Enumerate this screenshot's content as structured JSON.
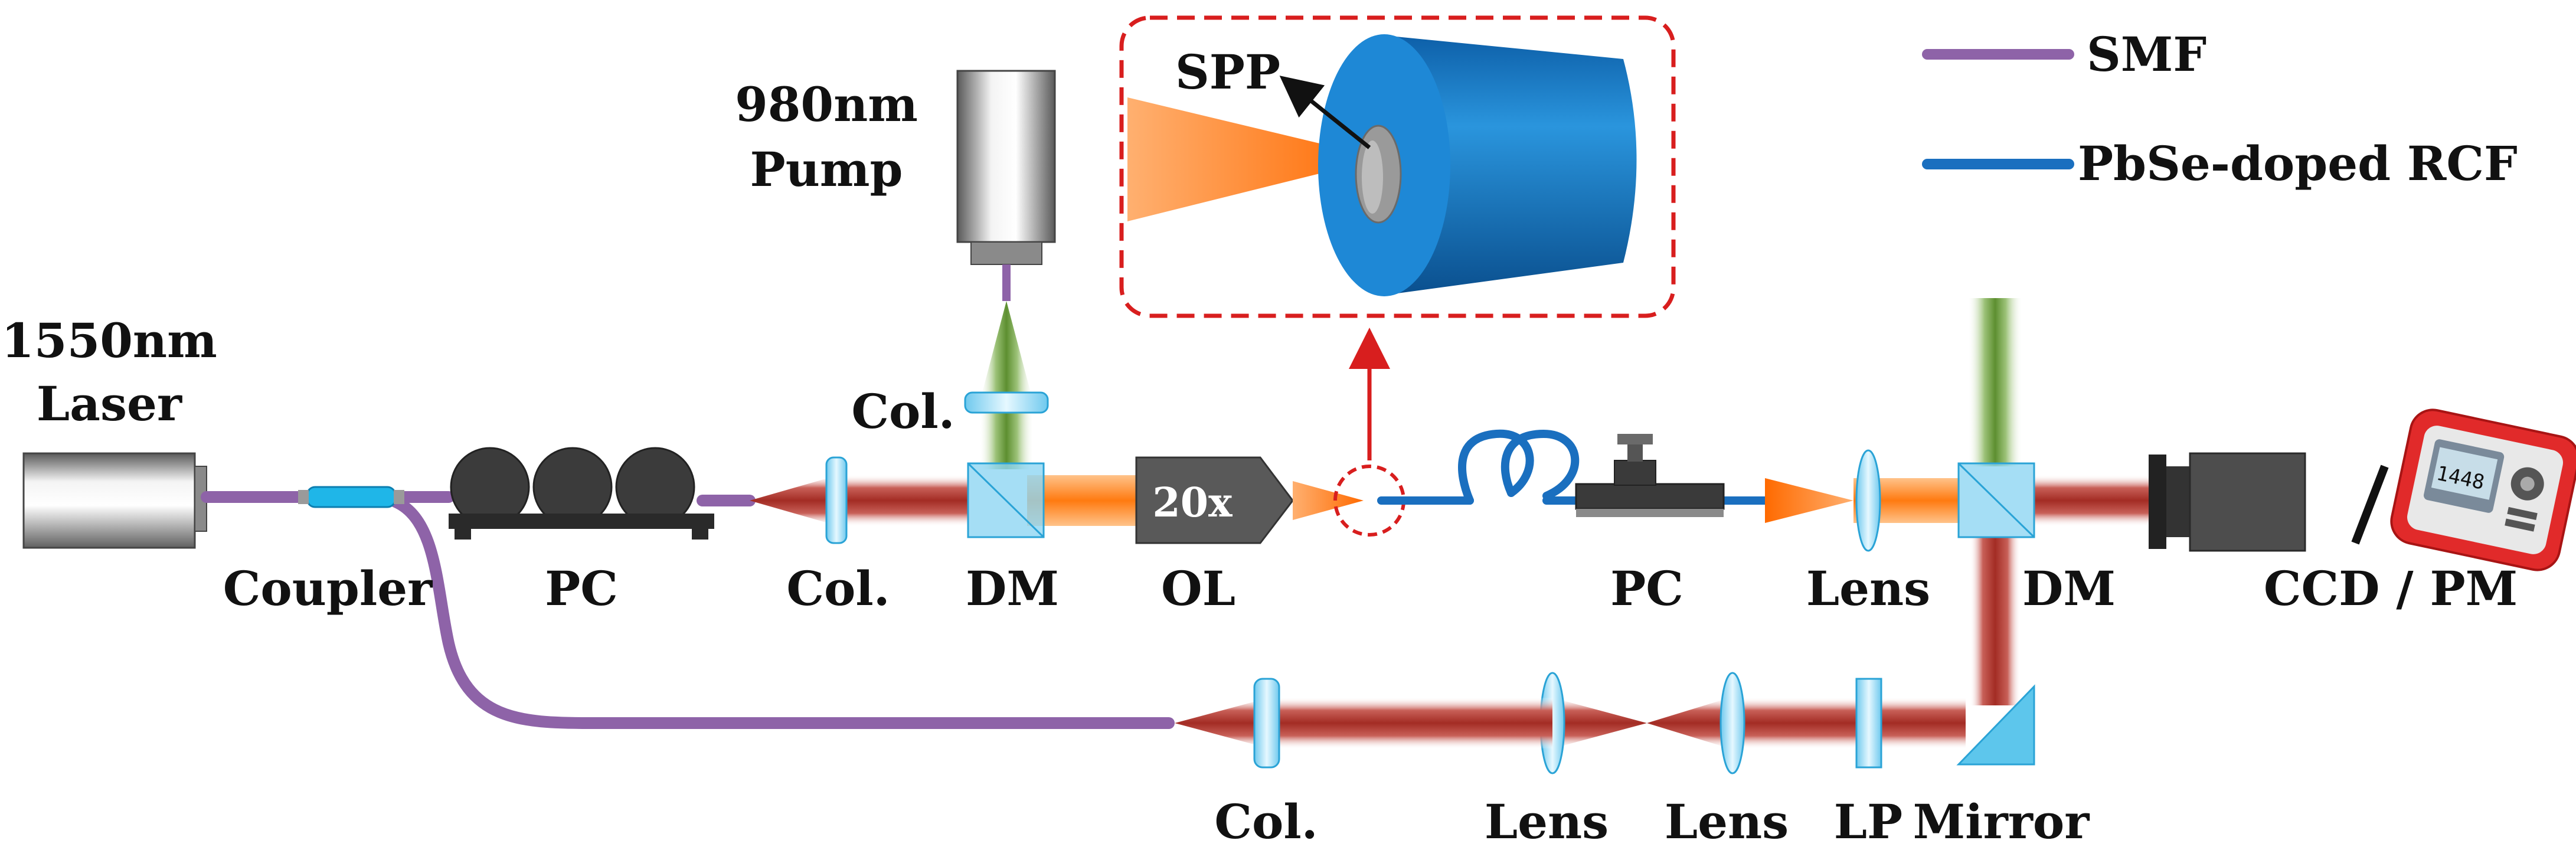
{
  "labels": {
    "laser": [
      "1550nm",
      "Laser"
    ],
    "pump": [
      "980nm",
      "Pump"
    ],
    "coupler": "Coupler",
    "pc1": "PC",
    "col_input": "Col.",
    "col_pump": "Col.",
    "dm1": "DM",
    "objective_mag": "20x",
    "ol": "OL",
    "pc2": "PC",
    "lens_out": "Lens",
    "dm2": "DM",
    "detector": "CCD / PM",
    "col_return": "Col.",
    "lens_return_1": "Lens",
    "lens_return_2": "Lens",
    "lp": "LP",
    "mirror": "Mirror",
    "inset_spp": "SPP",
    "power_meter_reading": "1448"
  },
  "legend": [
    {
      "label": "SMF",
      "color": "#8e63a8"
    },
    {
      "label": "PbSe-doped RCF",
      "color": "#1a6fbf"
    }
  ],
  "colors": {
    "smf_fiber": "#8e63a8",
    "rcf_fiber": "#1a6fbf",
    "signal_beam": "#b83a33",
    "pump_beam": "#6f9e3f",
    "emission_beam": "#ff8a1e",
    "inset_border": "#d81e1e",
    "cylinder": "#1a82cf",
    "optic_glass": "#8fd6f2"
  }
}
